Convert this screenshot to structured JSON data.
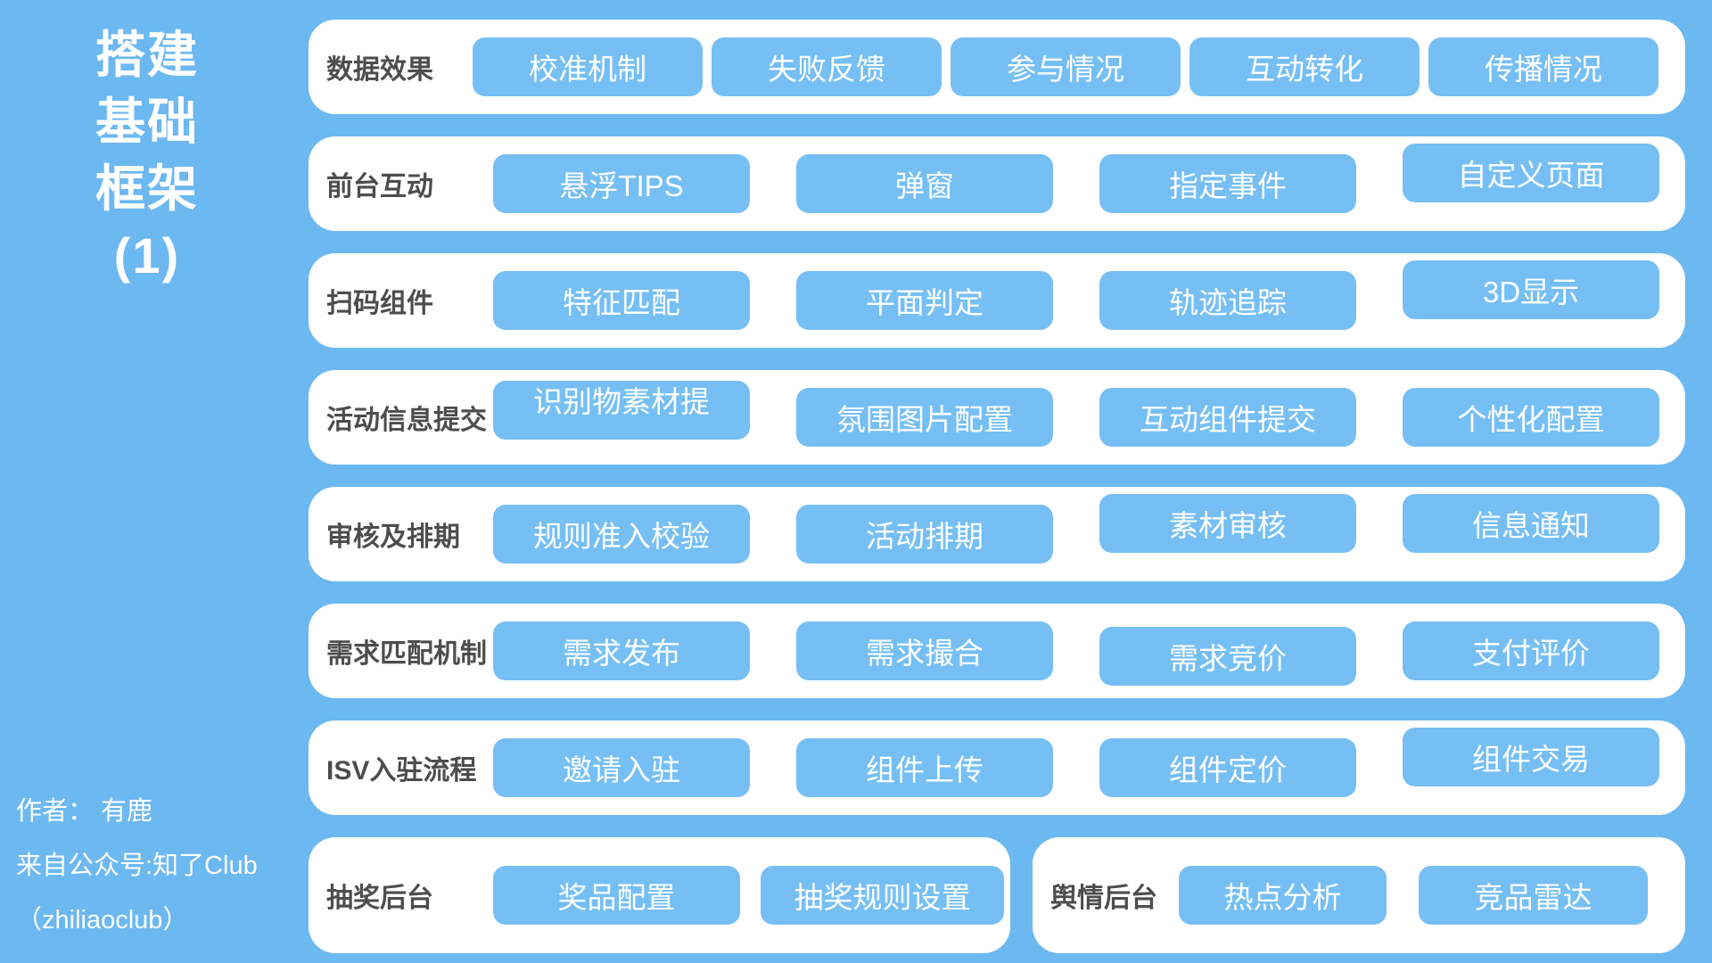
{
  "colors": {
    "background": "#6cb8f1",
    "row_background": "#ffffff",
    "chip_fill": "#76bff5",
    "chip_text": "#ffffff",
    "label_text": "#4d4d4d",
    "title_text": "#ffffff"
  },
  "sidebar": {
    "title_line1": "搭建",
    "title_line2": "基础",
    "title_line3": "框架",
    "title_line4": "(1)",
    "author_line1": "作者： 有鹿",
    "author_line2": "来自公众号:知了Club",
    "author_line3": "（zhiliaoclub）"
  },
  "rows": [
    {
      "label": "数据效果",
      "buttons": [
        "校准机制",
        "失败反馈",
        "参与情况",
        "互动转化",
        "传播情况"
      ]
    },
    {
      "label": "前台互动",
      "buttons": [
        "悬浮TIPS",
        "弹窗",
        "指定事件",
        "自定义页面"
      ]
    },
    {
      "label": "扫码组件",
      "buttons": [
        "特征匹配",
        "平面判定",
        "轨迹追踪",
        "3D显示"
      ]
    },
    {
      "label": "活动信息提交",
      "buttons": [
        "识别物素材提",
        "氛围图片配置",
        "互动组件提交",
        "个性化配置"
      ]
    },
    {
      "label": "审核及排期",
      "buttons": [
        "规则准入校验",
        "活动排期",
        "素材审核",
        "信息通知"
      ]
    },
    {
      "label": "需求匹配机制",
      "buttons": [
        "需求发布",
        "需求撮合",
        "需求竞价",
        "支付评价"
      ]
    },
    {
      "label": "ISV入驻流程",
      "buttons": [
        "邀请入驻",
        "组件上传",
        "组件定价",
        "组件交易"
      ]
    }
  ],
  "bottom_panels": [
    {
      "label": "抽奖后台",
      "buttons": [
        "奖品配置",
        "抽奖规则设置"
      ]
    },
    {
      "label": "舆情后台",
      "buttons": [
        "热点分析",
        "竞品雷达"
      ]
    }
  ]
}
